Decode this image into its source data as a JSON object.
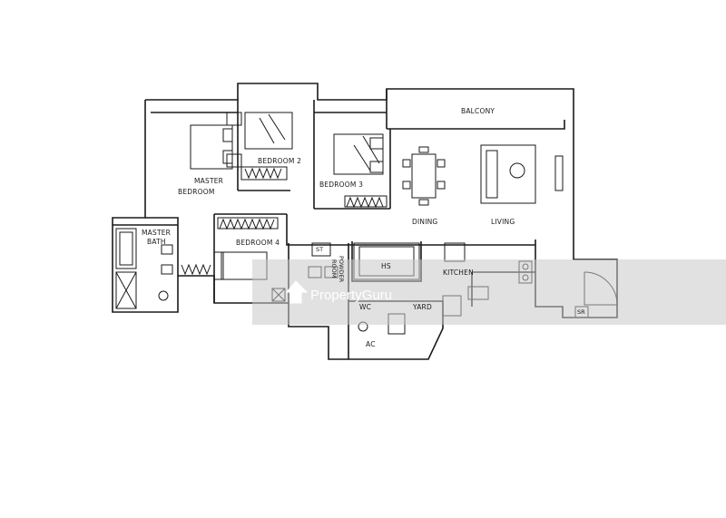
{
  "plan": {
    "rooms": {
      "balcony": "BALCONY",
      "master_bedroom_1": "MASTER",
      "master_bedroom_2": "BEDROOM",
      "bedroom2": "BEDROOM 2",
      "bedroom3": "BEDROOM 3",
      "bedroom4": "BEDROOM 4",
      "dining": "DINING",
      "living": "LIVING",
      "master_bath_1": "MASTER",
      "master_bath_2": "BATH",
      "st": "ST",
      "powder_room_1": "POWDER",
      "powder_room_2": "ROOM",
      "hs": "HS",
      "kitchen": "KITCHEN",
      "wc": "WC",
      "yard": "YARD",
      "ac": "AC",
      "sr": "SR"
    },
    "watermark": {
      "text": "PropertyGuru",
      "icon": "house-logo-icon",
      "band_color": "#c8c8c8"
    },
    "colors": {
      "wall": "#1a1a1a",
      "background": "#ffffff"
    }
  }
}
